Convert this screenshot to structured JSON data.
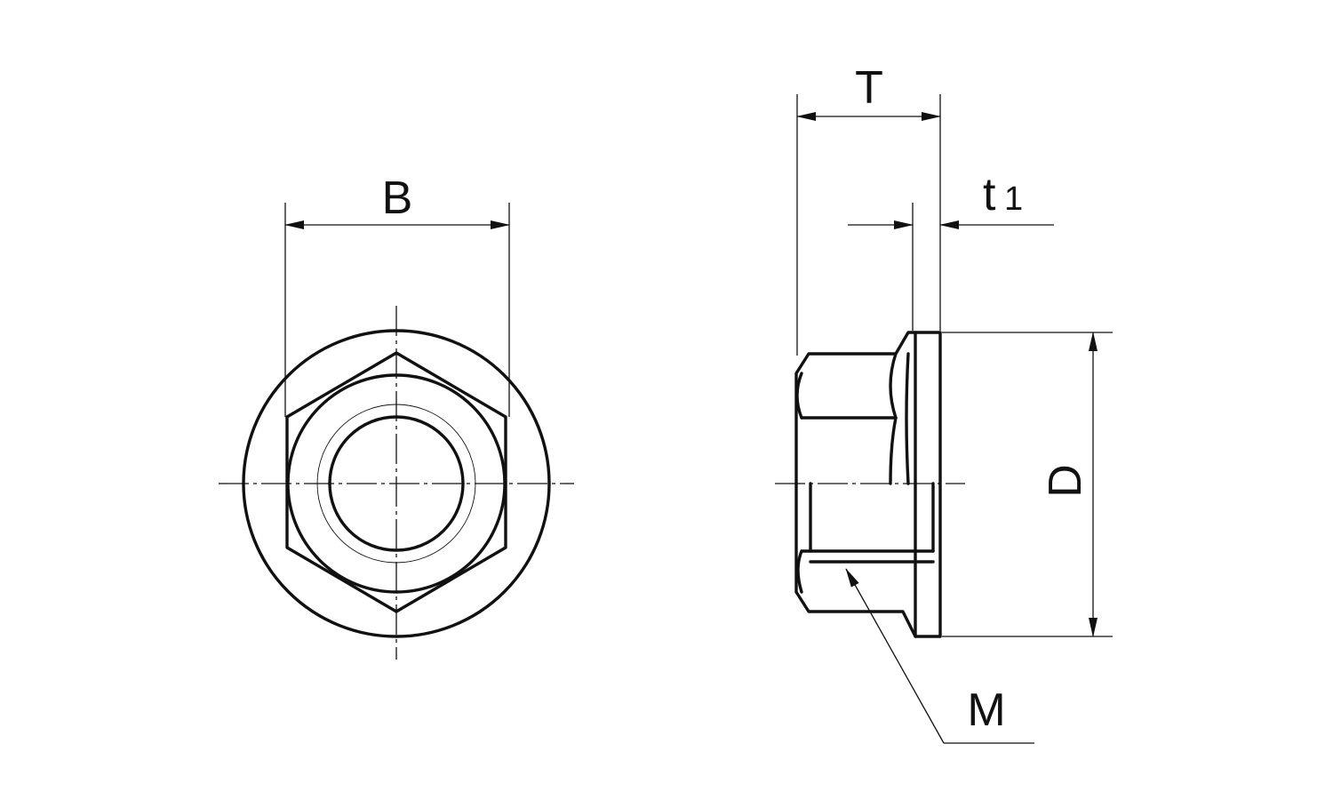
{
  "labels": {
    "B": "B",
    "T": "T",
    "t1": "t",
    "t1_subscript": "1",
    "D": "D",
    "M": "M"
  }
}
